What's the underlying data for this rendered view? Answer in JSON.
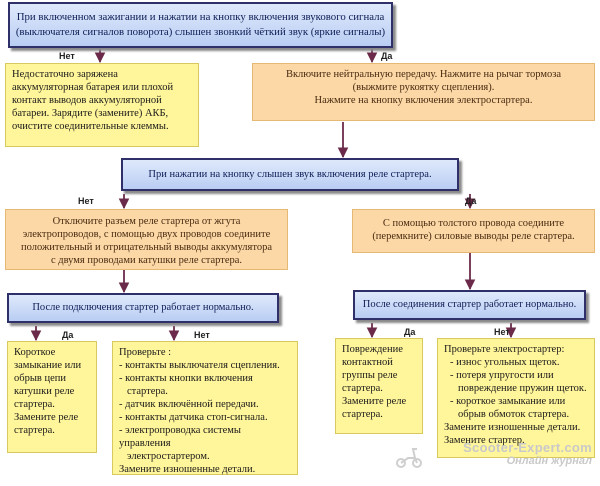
{
  "q1": {
    "lines": [
      "При включенном зажигании и нажатии на кнопку включения звукового сигнала",
      "(выключателя сигналов поворота) слышен звонкий чёткий звук (яркие сигналы)"
    ]
  },
  "q1_no_label": "Нет",
  "q1_yes_label": "Да",
  "r1_no": {
    "lines": [
      "Недостаточно заряжена",
      "аккумуляторная батарея или плохой",
      "контакт выводов аккумуляторной",
      "батареи. Зарядите (замените) АКБ,",
      "очистите соединительные клеммы."
    ]
  },
  "r1_yes": {
    "lines": [
      "Включите нейтральную передачу. Нажмите на рычаг тормоза",
      "(выжмите рукоятку сцепления).",
      "Нажмите на кнопку включения электростартера."
    ]
  },
  "q2": {
    "text": "При нажатии на кнопку слышен звук включения реле стартера."
  },
  "q2_no_label": "Нет",
  "q2_yes_label": "Да",
  "r2_no": {
    "lines": [
      "Отключите разъем реле стартера от жгута",
      "электропроводов, с помощью двух проводов соедините",
      "положительный и отрицательный выводы аккумулятора",
      "с двумя проводами катушки реле стартера."
    ]
  },
  "r2_yes": {
    "lines": [
      "С помощью толстого провода соедините",
      "(перемкните) силовые выводы реле стартера."
    ]
  },
  "q3_left": {
    "text": "После подключения стартер работает нормально."
  },
  "q3_right": {
    "text": "После соединения стартер работает нормально."
  },
  "q3_left_yes_label": "Да",
  "q3_left_no_label": "Нет",
  "q3_right_yes_label": "Да",
  "q3_right_no_label": "Нет",
  "ll": {
    "lines": [
      "Короткое",
      "замыкание или",
      "обрыв цепи",
      "катушки реле",
      "стартера.",
      "Замените реле",
      "стартера."
    ]
  },
  "lr": {
    "title": "Проверьте :",
    "items": [
      "- контакты выключателя сцепления.",
      "- контакты кнопки включения",
      "   стартера.",
      "- датчик включённой передачи.",
      "- контакты датчика стоп-сигнала.",
      "- электропроводка системы управления",
      "   электростартером.",
      "Замените изношенные детали."
    ]
  },
  "rl": {
    "lines": [
      "Повреждение",
      "контактной",
      "группы реле",
      "стартера.",
      "Замените реле",
      "стартера."
    ]
  },
  "rr": {
    "title": "Проверьте электростартер:",
    "items": [
      "-  износ угольных щеток.",
      "-  потеря упругости или",
      "   повреждение пружин щеток.",
      "-  короткое замыкание или",
      "   обрыв обмоток стартера.",
      "Замените изношенные детали.",
      "Замените стартер."
    ]
  },
  "watermark": {
    "site": "Scooter-Expert.com",
    "sub": "Онлайн журнал"
  },
  "colors": {
    "question_border": "#2f2f6a",
    "question_fill": "#c8d8f7",
    "yellow_box": "#fff59a",
    "orange_box": "#fbd8a6",
    "arrow": "#6b2a4a"
  }
}
